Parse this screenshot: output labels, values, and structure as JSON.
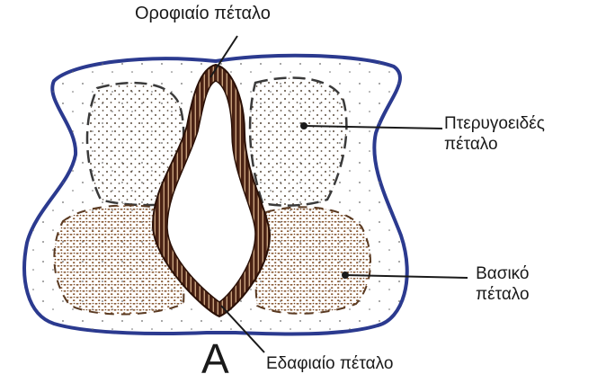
{
  "figure": {
    "letter": "A",
    "labels": {
      "roof_plate": "Οροφιαίο πέταλο",
      "alar_plate": [
        "Πτερυγοειδές",
        "πέταλο"
      ],
      "basal_plate": [
        "Βασικό",
        "πέταλο"
      ],
      "floor_plate": "Εδαφιαίο πέταλο"
    }
  },
  "colors": {
    "outline": "#2b3a8f",
    "tube_wall": "#4a2214",
    "tube_stripe": "#c9a27e",
    "basal_dots": "#8a5a34",
    "alar_dots": "#5a4a3a",
    "leader_line": "#1a1a1a"
  }
}
